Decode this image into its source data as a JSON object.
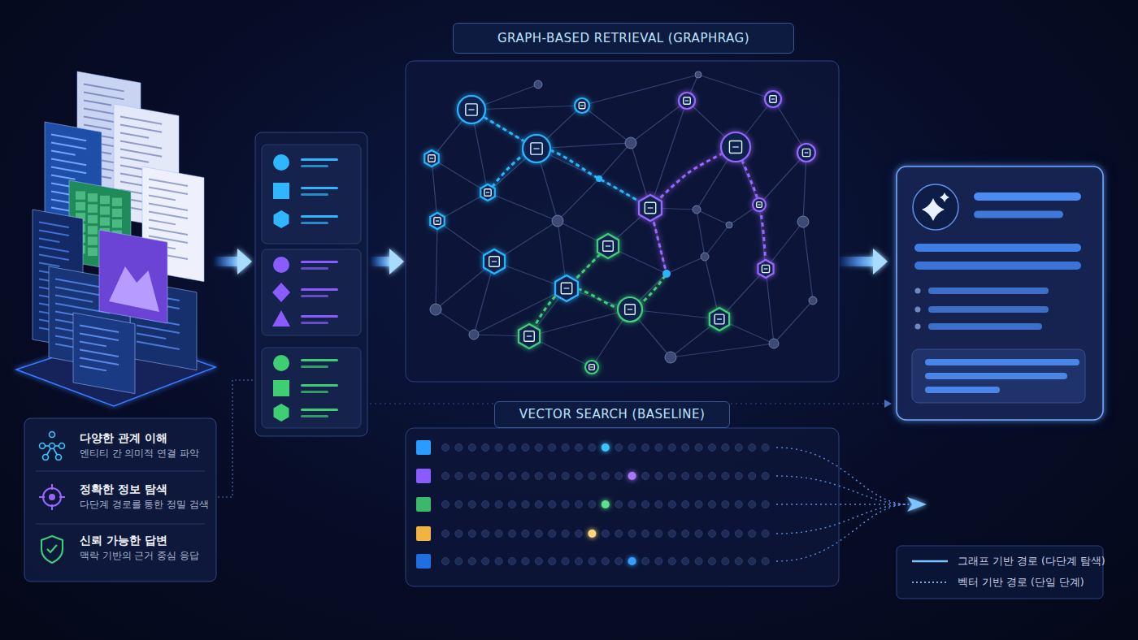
{
  "diagram": {
    "nodes": [
      {
        "text": [
          "GRAPH-BASED RETRIEVAL (GRAPHRAG)"
        ]
      },
      {
        "text": [
          "VECTOR SEARCH (BASELINE)"
        ]
      },
      {
        "text": [
          "다양한 관계 이해",
          "엔티티 간 의미적 연결 파악"
        ]
      },
      {
        "text": [
          "정확한 정보 탐색",
          "다단계 경로를 통한 정밀 검색"
        ]
      },
      {
        "text": [
          "신뢰 가능한 답변",
          "맥락 기반의 근거 중심 응답"
        ]
      }
    ],
    "legend": [
      {
        "text": "그래프 기반 경로 (다단계 탐색)"
      },
      {
        "text": "벡터 기반 경로 (단일 단계)"
      }
    ]
  }
}
